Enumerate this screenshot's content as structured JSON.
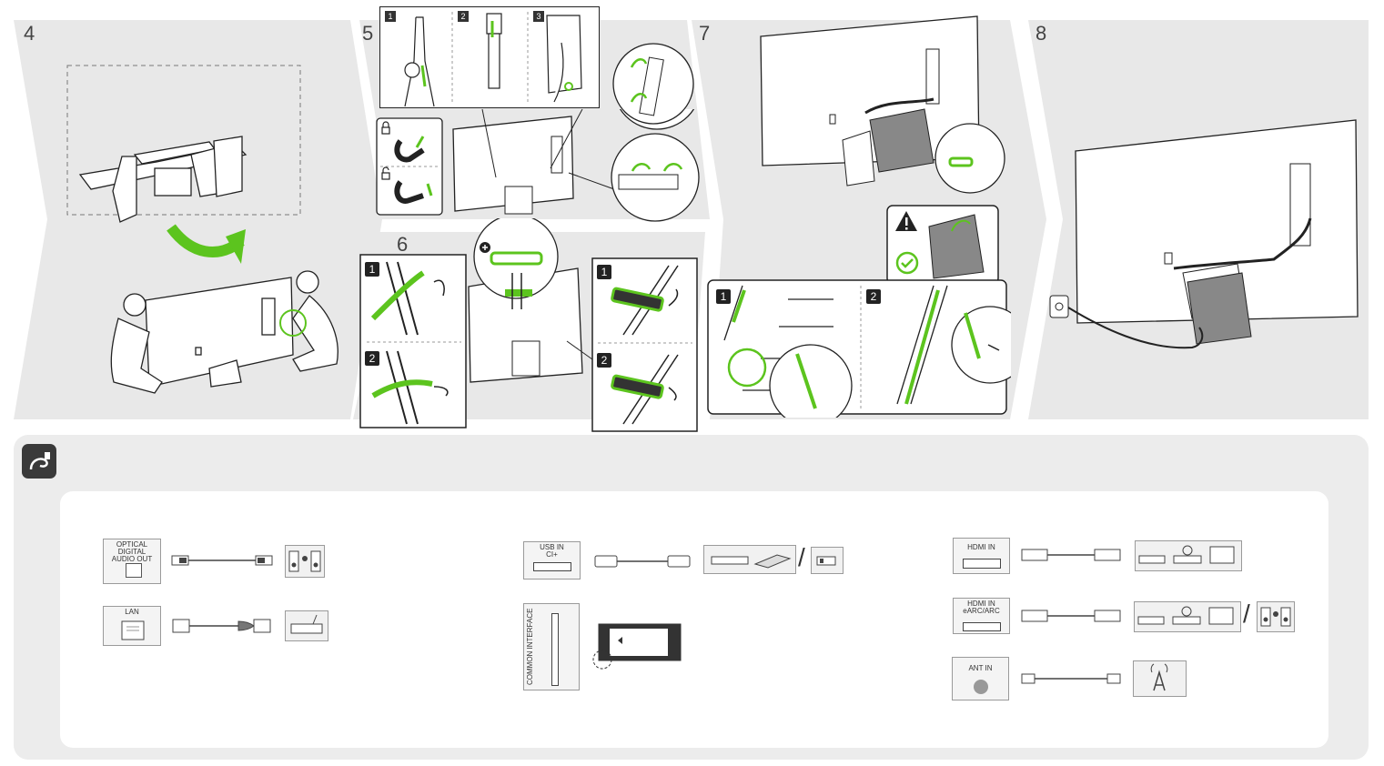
{
  "steps": {
    "s4": "4",
    "s5": "5",
    "s6": "6",
    "s7": "7",
    "s8": "8"
  },
  "substeps": {
    "one": "1",
    "two": "2",
    "three": "3"
  },
  "ports": {
    "optical": "OPTICAL DIGITAL AUDIO OUT",
    "lan": "LAN",
    "usb": "USB IN CI+",
    "common_interface": "COMMON INTERFACE",
    "hdmi": "HDMI IN",
    "hdmi_earc": "HDMI IN eARC/ARC",
    "ant": "ANT IN"
  },
  "separators": {
    "slash": "/"
  },
  "colors": {
    "highlight": "#5cc41e",
    "panel_bg": "#e8e8e8",
    "badge": "#3a3a3a"
  },
  "icons": [
    "cable-icon",
    "warning-icon",
    "check-icon",
    "lock-icon",
    "plus-icon",
    "power-plug-icon",
    "antenna-icon"
  ]
}
